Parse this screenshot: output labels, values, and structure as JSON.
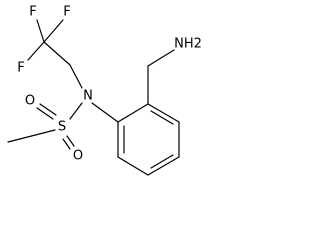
{
  "molecule": {
    "atoms": {
      "f_top_left": "F",
      "f_top_right": "F",
      "f_middle": "F",
      "n_center": "N",
      "s_sulfonyl": "S",
      "o_left": "O",
      "o_bottom": "O",
      "nh2": "NH2"
    }
  }
}
